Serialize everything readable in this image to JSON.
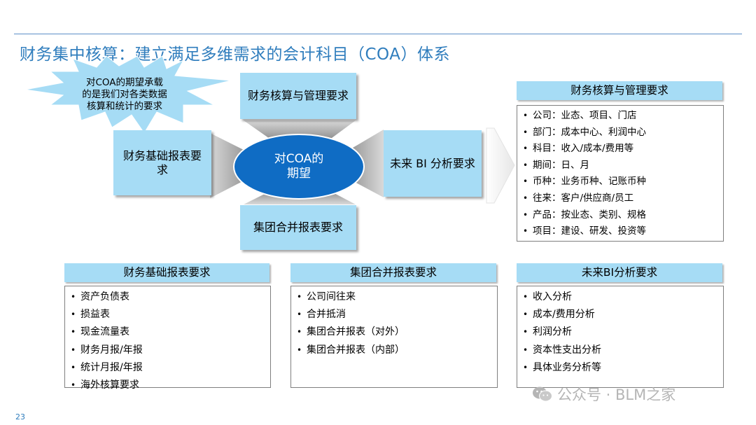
{
  "page": {
    "title": "财务集中核算：建立满足多维需求的会计科目（COA）体系",
    "page_number": "23",
    "watermark": "公众号 · BLM之家"
  },
  "diagram": {
    "center": [
      "对COA的",
      "期望"
    ],
    "burst": [
      "对COA的期望承载",
      "的是我们对各类数据",
      "核算和统计的要求"
    ],
    "top_box": "财务核算与管理要求",
    "left_box": [
      "财务基础报表要",
      "求"
    ],
    "right_box": "未来 BI 分析要求",
    "bottom_box": "集团合并报表要求"
  },
  "panels": {
    "right": {
      "title": "财务核算与管理要求",
      "items": [
        "公司：业态、项目、门店",
        "部门：成本中心、利润中心",
        "科目：收入/成本/费用等",
        "期间：日、月",
        "币种：业务币种、记账币种",
        "往来：客户/供应商/员工",
        "产品：按业态、类别、规格",
        "项目：建设、研发、投资等"
      ]
    },
    "bottom_left": {
      "title": "财务基础报表要求",
      "items": [
        "资产负债表",
        "损益表",
        "现金流量表",
        "财务月报/年报",
        "统计月报/年报",
        "海外核算要求"
      ]
    },
    "bottom_middle": {
      "title": "集团合并报表要求",
      "items": [
        "公司间往来",
        "合并抵消",
        "集团合并报表（对外）",
        "集团合并报表（内部）"
      ]
    },
    "bottom_right": {
      "title": "未来BI分析要求",
      "items": [
        "收入分析",
        "成本/费用分析",
        "利润分析",
        "资本性支出分析",
        "具体业务分析等"
      ]
    }
  },
  "colors": {
    "title": "#2f7dbd",
    "box_fill": "#a6dcf5",
    "ellipse_fill": "#0f6cc4",
    "connector": "#a9a9a9",
    "burst_fill": "#a6dcf5"
  }
}
